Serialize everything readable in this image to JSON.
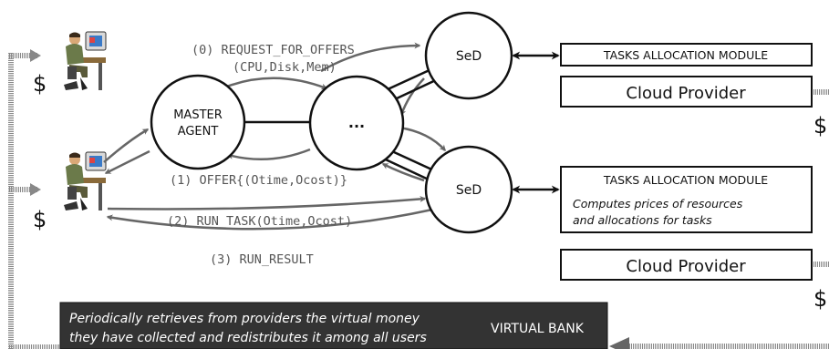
{
  "nodes": {
    "master_line1": "MASTER",
    "master_line2": "AGENT",
    "middle": "...",
    "sed_top": "SeD",
    "sed_bottom": "SeD"
  },
  "modules": {
    "top_allocation": "TASKS ALLOCATION MODULE",
    "top_provider": "Cloud Provider",
    "bottom_allocation": "TASKS ALLOCATION MODULE",
    "bottom_desc_line1": "Computes prices of resources",
    "bottom_desc_line2": "and allocations for tasks",
    "bottom_provider": "Cloud Provider"
  },
  "messages": {
    "request_line1": "(0) REQUEST_FOR_OFFERS",
    "request_line2": "(CPU,Disk,Mem)",
    "offer": "(1) OFFER{(Otime,Ocost)}",
    "run_task": "(2) RUN_TASK(Otime,Ocost)",
    "run_result": "(3) RUN_RESULT"
  },
  "money": {
    "user_top": "$",
    "user_bottom": "$",
    "provider_top": "$",
    "provider_bottom": "$"
  },
  "bank": {
    "desc_line1": "Periodically retrieves from providers the virtual money",
    "desc_line2": "they have collected and redistributes it among all users",
    "label": "VIRTUAL BANK"
  },
  "colors": {
    "arrow": "#666666",
    "bank_fill": "#333333",
    "stroke": "#111111"
  }
}
